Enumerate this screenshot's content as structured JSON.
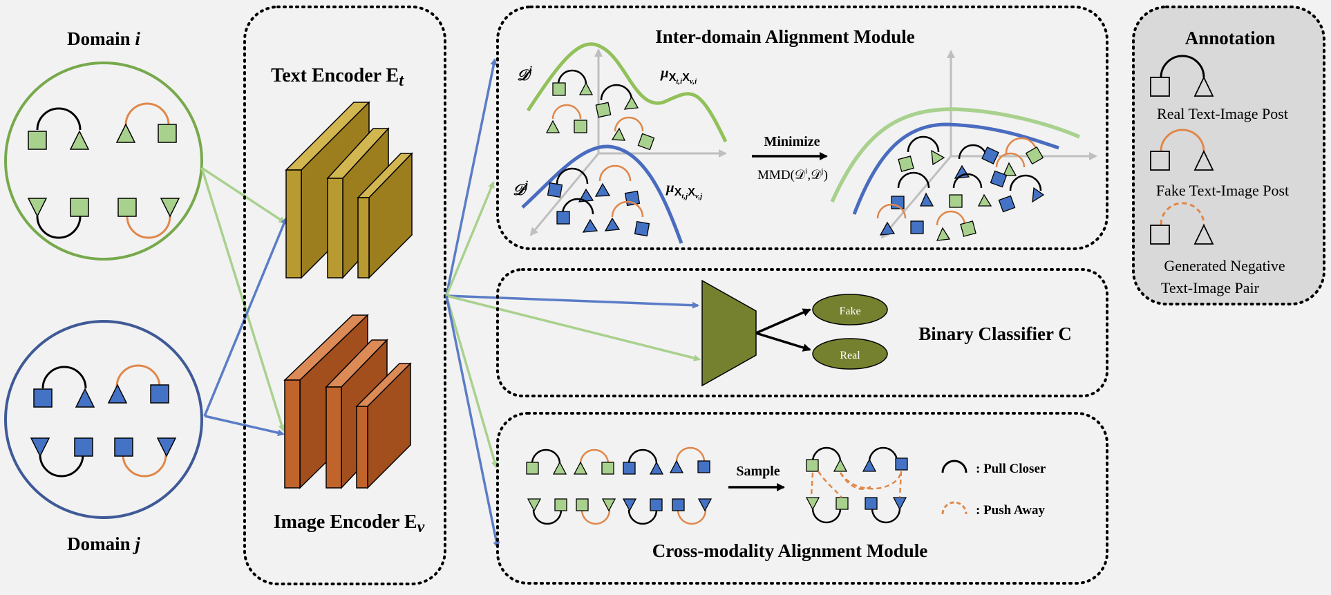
{
  "domains": {
    "i": {
      "prefix": "Domain ",
      "var": "i"
    },
    "j": {
      "prefix": "Domain ",
      "var": "j"
    }
  },
  "encoders": {
    "text": {
      "label": "Text Encoder E",
      "sub": "t"
    },
    "image": {
      "label": "Image Encoder E",
      "sub": "v"
    }
  },
  "inter_domain": {
    "title": "Inter-domain Alignment Module",
    "di": {
      "base": "𝒟",
      "sup": "i"
    },
    "dj": {
      "base": "𝒟",
      "sup": "j"
    },
    "mu_i": {
      "mu": "μ",
      "sub": "X",
      "s1": "t,i",
      "mid": "X",
      "s2": "v,i"
    },
    "mu_j": {
      "mu": "μ",
      "sub": "X",
      "s1": "t,j",
      "mid": "X",
      "s2": "v,j"
    },
    "minimize": "Minimize",
    "mmd": {
      "pre": "MMD(𝒟",
      "sup1": "i",
      "mid": ",𝒟",
      "sup2": "j",
      "post": ")"
    }
  },
  "classifier": {
    "title": "Binary Classifier C",
    "fake": "Fake",
    "real": "Real"
  },
  "cross_modality": {
    "title": "Cross-modality Alignment Module",
    "sample": "Sample",
    "pull": ": Pull Closer",
    "push": ": Push Away"
  },
  "annotation": {
    "title": "Annotation",
    "real": "Real Text-Image Post",
    "fake": "Fake Text-Image Post",
    "neg_line1": "Generated Negative",
    "neg_line2": "Text-Image Pair"
  },
  "colors": {
    "green_circle": "#77a94c",
    "blue_circle": "#3f5a97",
    "green_fill": "#a9d18e",
    "blue_fill": "#4472c4",
    "orange_arc": "#e0874a",
    "text_encoder": "#b89a30",
    "image_encoder": "#c0642c",
    "classifier": "#76812f",
    "arrow_green": "#a9d18e",
    "arrow_blue": "#5b7cc7",
    "annotation_bg": "#d9d9d9"
  }
}
